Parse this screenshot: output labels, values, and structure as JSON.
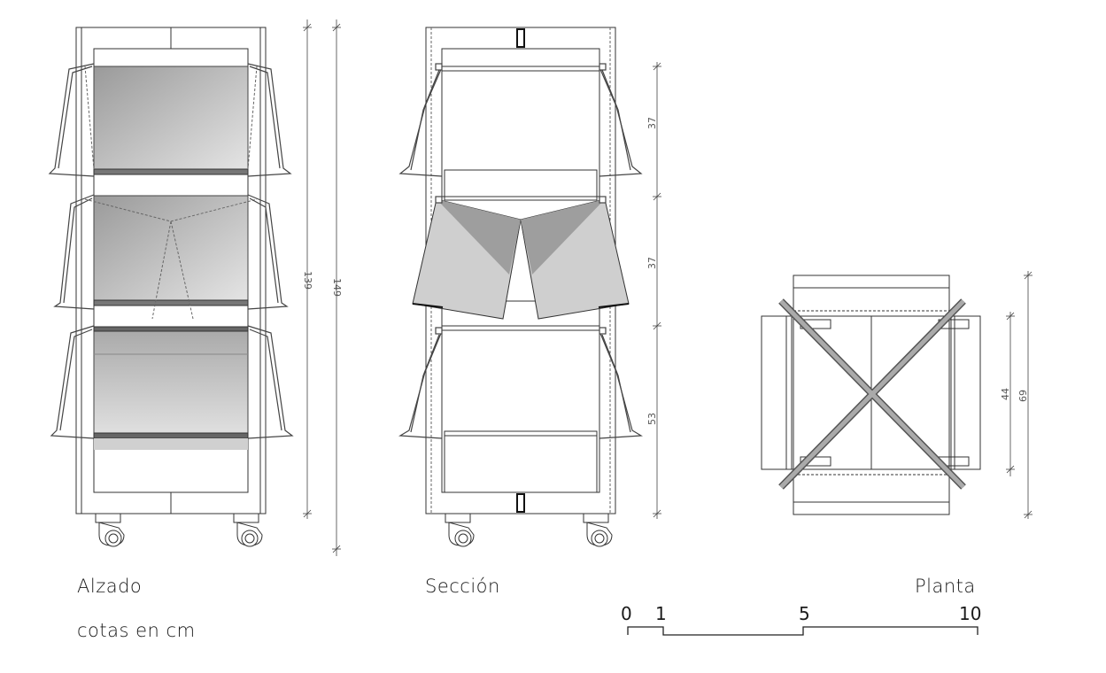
{
  "views": {
    "elevation_label": "Alzado",
    "section_label": "Sección",
    "plan_label": "Planta"
  },
  "note": "cotas en cm",
  "dimensions": {
    "elevation_inner": "139",
    "elevation_total": "149",
    "section_top": "37",
    "section_mid": "37",
    "section_bottom": "53",
    "plan_inner": "44",
    "plan_total": "69"
  },
  "scale_bar": {
    "ticks": [
      "0",
      "1",
      "5",
      "10"
    ]
  }
}
